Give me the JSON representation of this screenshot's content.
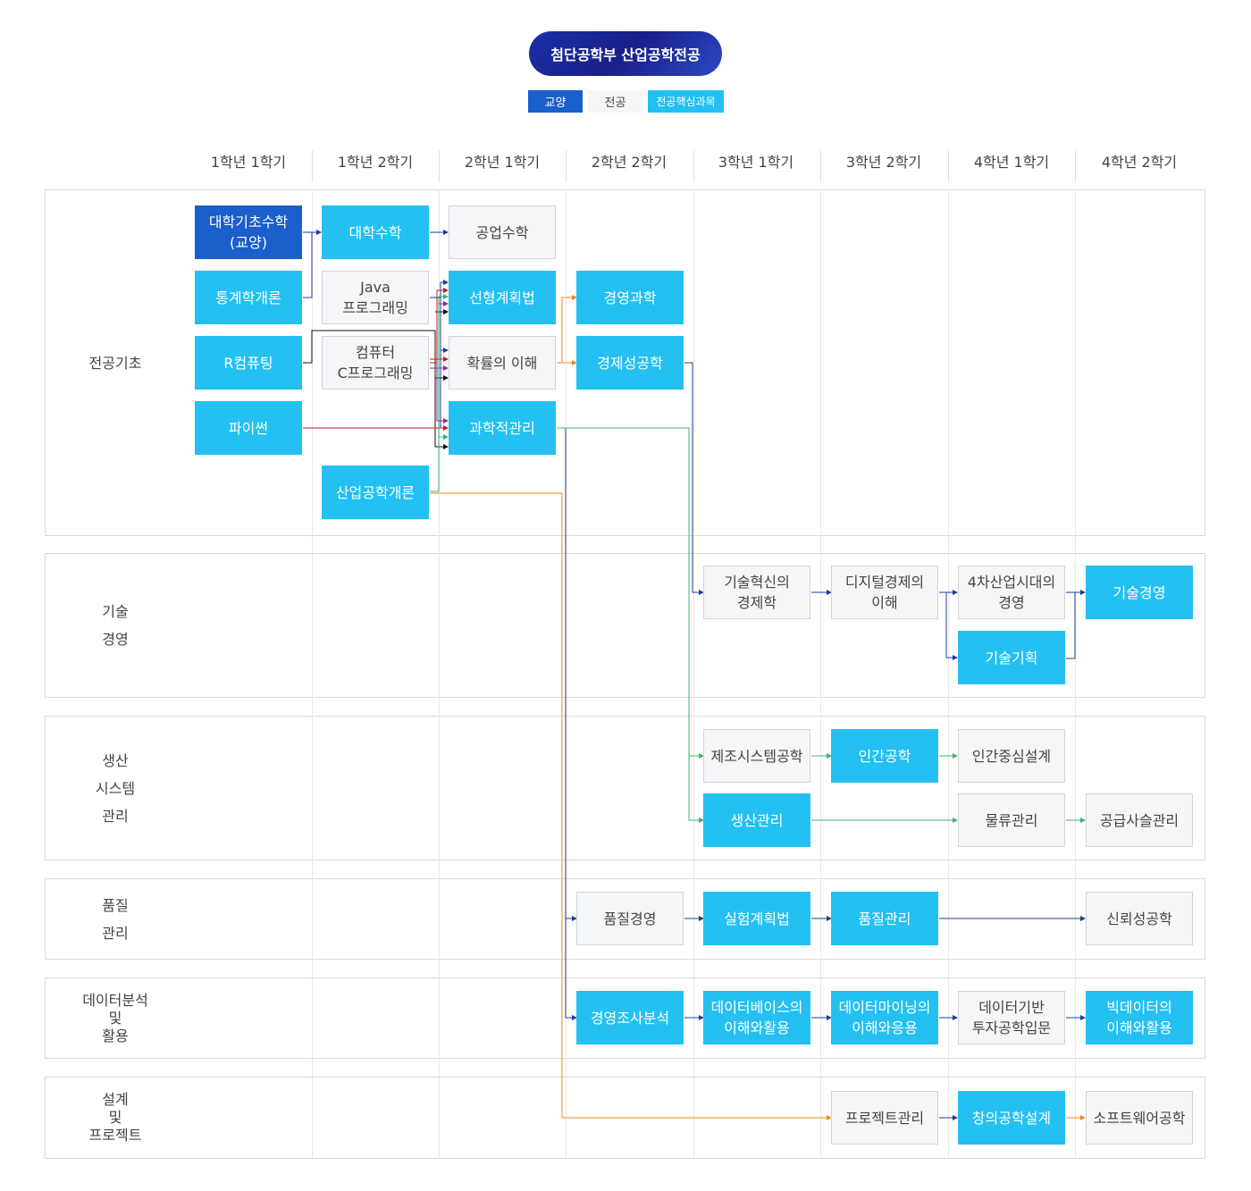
{
  "title": "첨단공학부 산업공학전공",
  "legend": {
    "general": "교양",
    "major": "전공",
    "core": "전공핵심과목"
  },
  "semesters": [
    "1학년 1학기",
    "1학년 2학기",
    "2학년 1학기",
    "2학년 2학기",
    "3학년 1학기",
    "3학년 2학기",
    "4학년 1학기",
    "4학년 2학기"
  ],
  "categories": {
    "basic": [
      "전공기초"
    ],
    "tech": [
      "기술",
      "경영"
    ],
    "prod": [
      "생산",
      "시스템",
      "관리"
    ],
    "quality": [
      "품질",
      "관리"
    ],
    "data": [
      "데이터분석",
      "및",
      "활용"
    ],
    "design": [
      "설계",
      "및",
      "프로젝트"
    ]
  },
  "courses": {
    "c01": "대학기초수학\n(교양)",
    "c02": "통계학개론",
    "c03": "R컴퓨팅",
    "c04": "파이썬",
    "c05": "대학수학",
    "c06": "Java\n프로그래밍",
    "c07": "컴퓨터\nC프로그래밍",
    "c08": "산업공학개론",
    "c09": "공업수학",
    "c10": "선형계획법",
    "c11": "확률의 이해",
    "c12": "과학적관리",
    "c13": "경영과학",
    "c14": "경제성공학",
    "c15": "기술혁신의\n경제학",
    "c16": "디지털경제의\n이해",
    "c17": "4차산업시대의\n경영",
    "c18": "기술기획",
    "c19": "기술경영",
    "c20": "제조시스템공학",
    "c21": "생산관리",
    "c22": "인간공학",
    "c23": "인간중심설계",
    "c24": "물류관리",
    "c25": "공급사슬관리",
    "c26": "품질경영",
    "c27": "실험계획법",
    "c28": "품질관리",
    "c29": "신뢰성공학",
    "c30": "경영조사분석",
    "c31": "데이터베이스의\n이해와활용",
    "c32": "데이터마이닝의\n이해와응용",
    "c33": "데이터기반\n투자공학입문",
    "c34": "빅데이터의\n이해와활용",
    "c35": "프로젝트관리",
    "c36": "창의공학설계",
    "c37": "소프트웨어공학"
  },
  "colors": {
    "general": "#1a5fcb",
    "core": "#24c0f2",
    "major": "#f4f6f8",
    "navy": "#1f3c99",
    "orange": "#f08a1e",
    "green": "#3cb46e",
    "red": "#c0182b",
    "purple": "#8b2a9c",
    "black": "#111111"
  }
}
